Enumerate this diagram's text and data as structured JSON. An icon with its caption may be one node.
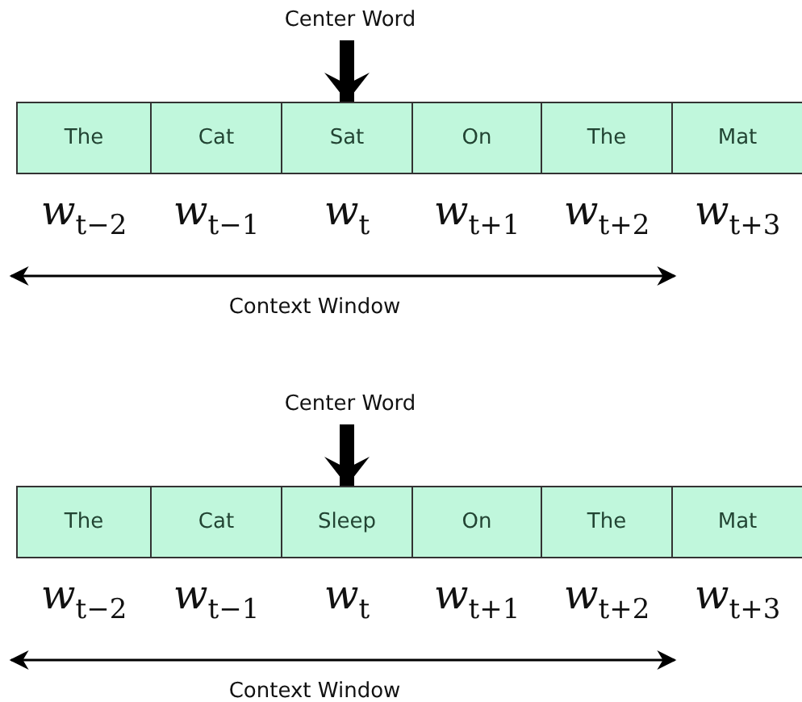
{
  "diagram": {
    "nodes": [
      {
        "text": [
          "Center Word"
        ]
      },
      {
        "text": [
          "The"
        ],
        "beside": [
          "*w*$_{t−2}$"
        ]
      },
      {
        "text": [
          "Cat"
        ],
        "beside": [
          "*w*$_{t−1}$"
        ]
      },
      {
        "text": [
          "Sat"
        ],
        "beside": [
          "*w*$_{t}$"
        ]
      },
      {
        "text": [
          "On"
        ],
        "beside": [
          "*w*$_{t+1}$"
        ]
      },
      {
        "text": [
          "The"
        ],
        "beside": [
          "*w*$_{t+2}$"
        ]
      },
      {
        "text": [
          "Mat"
        ],
        "beside": [
          "*w*$_{t+3}$"
        ]
      },
      {
        "text": [
          "Center Word"
        ]
      },
      {
        "text": [
          "The"
        ],
        "beside": [
          "*w*$_{t−2}$"
        ]
      },
      {
        "text": [
          "Cat"
        ],
        "beside": [
          "*w*$_{t−1}$"
        ]
      },
      {
        "text": [
          "Sleep"
        ],
        "beside": [
          "*w*$_{t}$"
        ]
      },
      {
        "text": [
          "On"
        ],
        "beside": [
          "*w*$_{t+1}$"
        ]
      },
      {
        "text": [
          "The"
        ],
        "beside": [
          "*w*$_{t+2}$"
        ]
      },
      {
        "text": [
          "Mat"
        ],
        "beside": [
          "*w*$_{t+3}$"
        ]
      }
    ],
    "edges": [
      {
        "from": 0,
        "to": 3,
        "arrow": "to"
      },
      {
        "from": 7,
        "to": 10,
        "arrow": "to"
      }
    ],
    "labels": [
      "Context Window",
      "Context Window"
    ]
  }
}
